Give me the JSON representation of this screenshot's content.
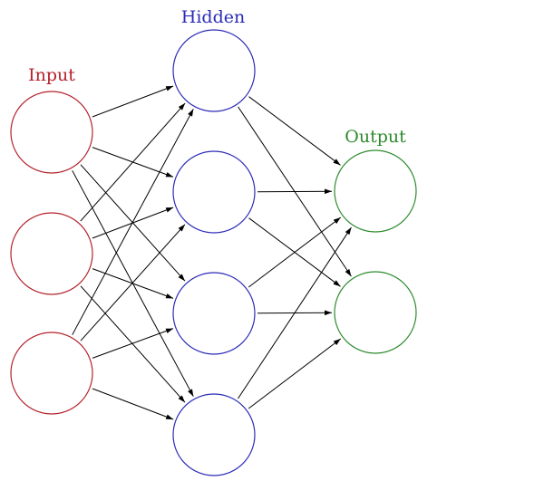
{
  "layers": [
    {
      "id": "input",
      "label": "Input",
      "count": 3,
      "color": "#b3222c"
    },
    {
      "id": "hidden",
      "label": "Hidden",
      "count": 4,
      "color": "#2b2bb8"
    },
    {
      "id": "output",
      "label": "Output",
      "count": 2,
      "color": "#2d8a2d"
    }
  ],
  "connections": "fully-connected",
  "edge_color": "#000000",
  "background": "#ffffff"
}
